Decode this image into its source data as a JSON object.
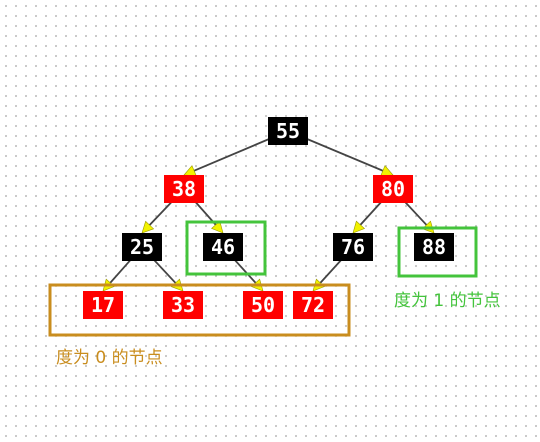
{
  "tree": {
    "nodes": [
      {
        "id": "n55",
        "label": "55",
        "color": "black"
      },
      {
        "id": "n38",
        "label": "38",
        "color": "red"
      },
      {
        "id": "n80",
        "label": "80",
        "color": "red"
      },
      {
        "id": "n25",
        "label": "25",
        "color": "black"
      },
      {
        "id": "n46",
        "label": "46",
        "color": "black"
      },
      {
        "id": "n76",
        "label": "76",
        "color": "black"
      },
      {
        "id": "n88",
        "label": "88",
        "color": "black"
      },
      {
        "id": "n17",
        "label": "17",
        "color": "red"
      },
      {
        "id": "n33",
        "label": "33",
        "color": "red"
      },
      {
        "id": "n50",
        "label": "50",
        "color": "red"
      },
      {
        "id": "n72",
        "label": "72",
        "color": "red"
      }
    ],
    "edges": [
      [
        "n55",
        "n38"
      ],
      [
        "n55",
        "n80"
      ],
      [
        "n38",
        "n25"
      ],
      [
        "n38",
        "n46"
      ],
      [
        "n80",
        "n76"
      ],
      [
        "n80",
        "n88"
      ],
      [
        "n25",
        "n17"
      ],
      [
        "n25",
        "n33"
      ],
      [
        "n46",
        "n50"
      ],
      [
        "n76",
        "n72"
      ]
    ]
  },
  "annotations": {
    "degree_one_label": "度为 1 的节点",
    "degree_zero_label": "度为 0 的节点"
  },
  "colors": {
    "red_node": "#ff0000",
    "black_node": "#000000",
    "edge": "#444444",
    "arrowhead": "#f2f200",
    "degree_one": "#44c43c",
    "degree_zero": "#c98d1e"
  }
}
